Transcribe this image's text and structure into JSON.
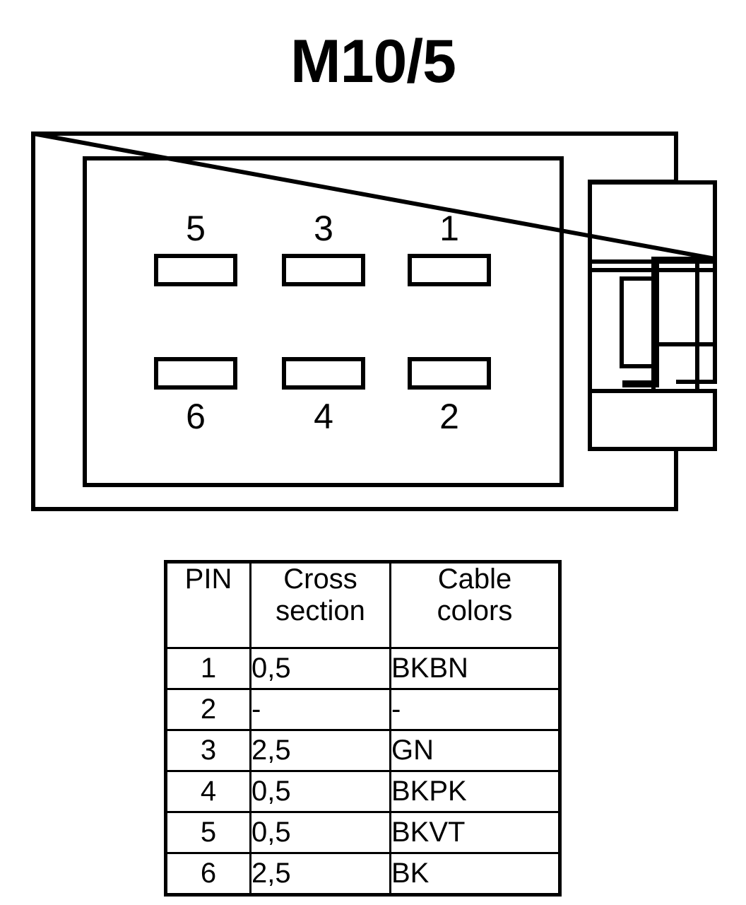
{
  "title": "M10/5",
  "connector": {
    "name": "connector-diagram",
    "pin_rows": {
      "top": [
        "5",
        "3",
        "1"
      ],
      "bottom": [
        "6",
        "4",
        "2"
      ]
    },
    "slot_count": 6,
    "line_color": "#000000",
    "background_color": "#ffffff"
  },
  "table": {
    "headers": {
      "pin": "PIN",
      "cross_section_line1": "Cross",
      "cross_section_line2": "section",
      "cable_colors_line1": "Cable",
      "cable_colors_line2": "colors"
    },
    "rows": [
      {
        "pin": "1",
        "cross_section": "0,5",
        "cable_colors": "BKBN"
      },
      {
        "pin": "2",
        "cross_section": "-",
        "cable_colors": "-"
      },
      {
        "pin": "3",
        "cross_section": "2,5",
        "cable_colors": "GN"
      },
      {
        "pin": "4",
        "cross_section": "0,5",
        "cable_colors": "BKPK"
      },
      {
        "pin": "5",
        "cross_section": "0,5",
        "cable_colors": "BKVT"
      },
      {
        "pin": "6",
        "cross_section": "2,5",
        "cable_colors": "BK"
      }
    ]
  }
}
